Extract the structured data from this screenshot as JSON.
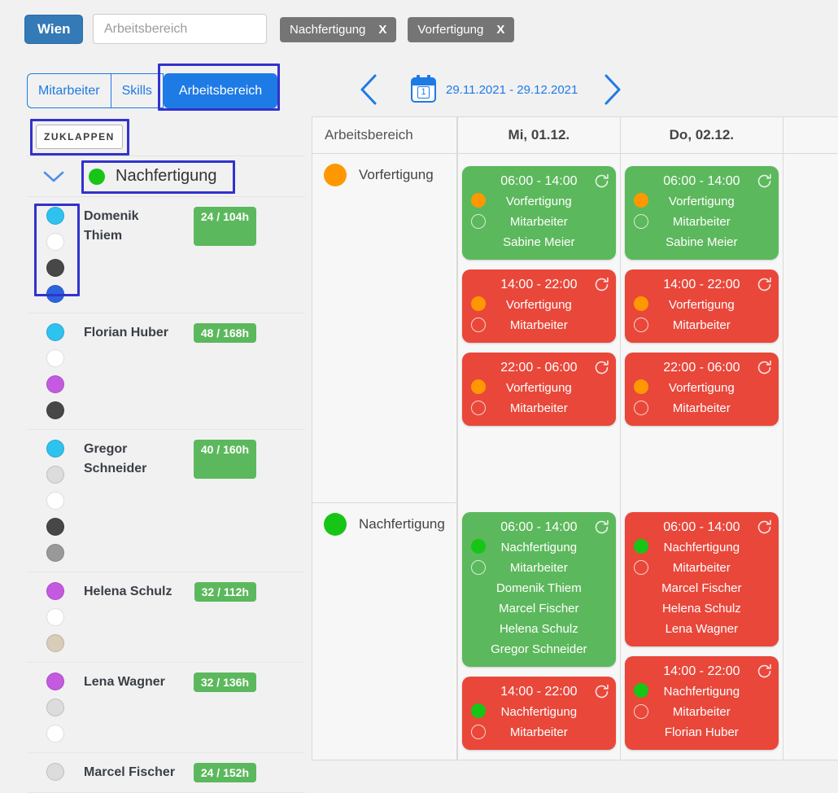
{
  "topbar": {
    "region_button_label": "Wien",
    "filter_input_placeholder": "Arbeitsbereich",
    "filter_input_value": "",
    "chips": [
      {
        "label": "Nachfertigung",
        "close_label": "X"
      },
      {
        "label": "Vorfertigung",
        "close_label": "X"
      }
    ]
  },
  "tabs": {
    "items": [
      {
        "label": "Mitarbeiter"
      },
      {
        "label": "Skills"
      },
      {
        "label": "Arbeitsbereich"
      }
    ],
    "active_index": 2
  },
  "sidebar": {
    "collapse_button_label": "ZUKLAPPEN",
    "group": {
      "label": "Nachfertigung",
      "color": "#17c517"
    },
    "employees": [
      {
        "name": "Domenik Thiem",
        "hours": "24 / 104h",
        "dots": [
          "#2ec2ef",
          "#ffffff",
          "#474747",
          "#2b63e0"
        ]
      },
      {
        "name": "Florian Huber",
        "hours": "48 / 168h",
        "dots": [
          "#2ec2ef",
          "#ffffff",
          "#c45ae0",
          "#474747"
        ]
      },
      {
        "name": "Gregor Schneider",
        "hours": "40 / 160h",
        "dots": [
          "#2ec2ef",
          "#dcdcdc",
          "#ffffff",
          "#474747",
          "#999999"
        ]
      },
      {
        "name": "Helena Schulz",
        "hours": "32 / 112h",
        "dots": [
          "#c45ae0",
          "#ffffff",
          "#d8cdb9"
        ]
      },
      {
        "name": "Lena Wagner",
        "hours": "32 / 136h",
        "dots": [
          "#c45ae0",
          "#dcdcdc",
          "#ffffff"
        ]
      },
      {
        "name": "Marcel Fischer",
        "hours": "24 / 152h",
        "dots": [
          "#dcdcdc"
        ]
      }
    ]
  },
  "calendar": {
    "nav": {
      "calendar_icon_number": "1",
      "date_range": "29.11.2021 - 29.12.2021"
    },
    "header": {
      "area_column": "Arbeitsbereich",
      "day_columns": [
        "Mi, 01.12.",
        "Do, 02.12."
      ]
    },
    "rows": [
      {
        "area": "Vorfertigung",
        "color": "#ff9800",
        "cells": [
          {
            "shifts": [
              {
                "time": "06:00 - 14:00",
                "state": "filled",
                "area_label": "Vorfertigung",
                "role_label": "Mitarbeiter",
                "employees": [
                  "Sabine Meier"
                ],
                "recurring": true
              },
              {
                "time": "14:00 - 22:00",
                "state": "open",
                "area_label": "Vorfertigung",
                "role_label": "Mitarbeiter",
                "employees": [],
                "recurring": true
              },
              {
                "time": "22:00 - 06:00",
                "state": "open",
                "area_label": "Vorfertigung",
                "role_label": "Mitarbeiter",
                "employees": [],
                "recurring": true
              }
            ]
          },
          {
            "shifts": [
              {
                "time": "06:00 - 14:00",
                "state": "filled",
                "area_label": "Vorfertigung",
                "role_label": "Mitarbeiter",
                "employees": [
                  "Sabine Meier"
                ],
                "recurring": true
              },
              {
                "time": "14:00 - 22:00",
                "state": "open",
                "area_label": "Vorfertigung",
                "role_label": "Mitarbeiter",
                "employees": [],
                "recurring": true
              },
              {
                "time": "22:00 - 06:00",
                "state": "open",
                "area_label": "Vorfertigung",
                "role_label": "Mitarbeiter",
                "employees": [],
                "recurring": true
              }
            ]
          }
        ]
      },
      {
        "area": "Nachfertigung",
        "color": "#17c517",
        "cells": [
          {
            "shifts": [
              {
                "time": "06:00 - 14:00",
                "state": "filled",
                "area_label": "Nachfertigung",
                "role_label": "Mitarbeiter",
                "employees": [
                  "Domenik Thiem",
                  "Marcel Fischer",
                  "Helena Schulz",
                  "Gregor Schneider"
                ],
                "recurring": true
              },
              {
                "time": "14:00 - 22:00",
                "state": "open",
                "area_label": "Nachfertigung",
                "role_label": "Mitarbeiter",
                "employees": [],
                "recurring": true
              }
            ]
          },
          {
            "shifts": [
              {
                "time": "06:00 - 14:00",
                "state": "open",
                "area_label": "Nachfertigung",
                "role_label": "Mitarbeiter",
                "employees": [
                  "Marcel Fischer",
                  "Helena Schulz",
                  "Lena Wagner"
                ],
                "recurring": true
              },
              {
                "time": "14:00 - 22:00",
                "state": "open",
                "area_label": "Nachfertigung",
                "role_label": "Mitarbeiter",
                "employees": [
                  "Florian Huber"
                ],
                "recurring": true
              }
            ]
          }
        ]
      }
    ]
  },
  "colors": {
    "accent_blue": "#1e7ae5",
    "region_button_blue": "#337ab7",
    "chip_gray": "#757575",
    "shift_filled_green": "#5cb85c",
    "shift_open_red": "#e9473a",
    "badge_green": "#5cb85c",
    "annotation_blue": "#3232cd",
    "area_orange": "#ff9800",
    "area_green": "#17c517"
  }
}
